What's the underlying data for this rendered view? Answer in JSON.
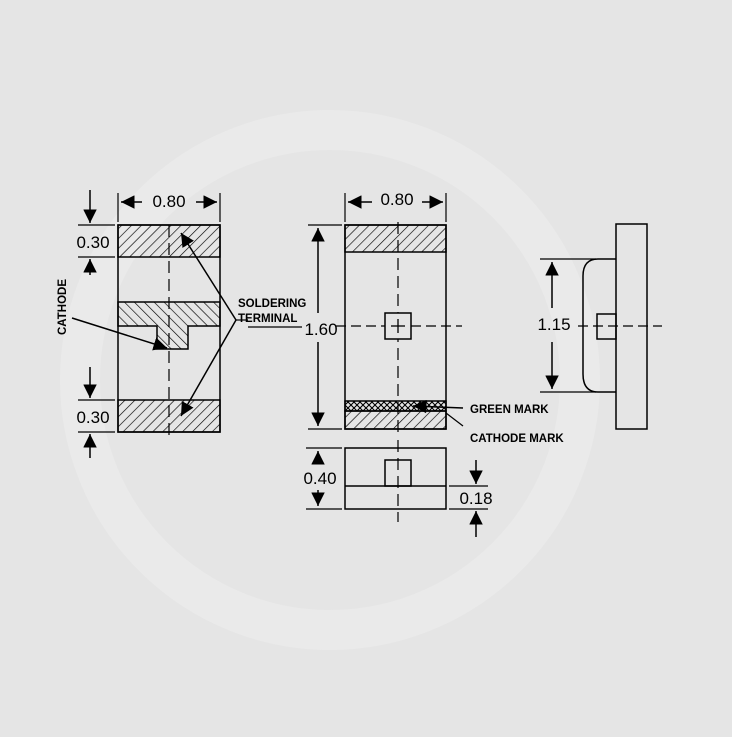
{
  "colors": {
    "background": "#e5e5e5",
    "line": "#000000",
    "watermark": "#eaeaea"
  },
  "footprint_view": {
    "width_dim": "0.80",
    "top_pad_dim": "0.30",
    "bottom_pad_dim": "0.30",
    "cathode_label": "CATHODE",
    "soldering_label_line1": "SOLDERING",
    "soldering_label_line2": "TERMINAL"
  },
  "top_view": {
    "width_dim": "0.80",
    "length_dim": "1.60",
    "green_mark_label": "GREEN MARK",
    "cathode_mark_label": "CATHODE MARK",
    "height_dim": "0.40",
    "lens_dim": "0.18"
  },
  "side_view": {
    "height_dim": "1.15"
  }
}
